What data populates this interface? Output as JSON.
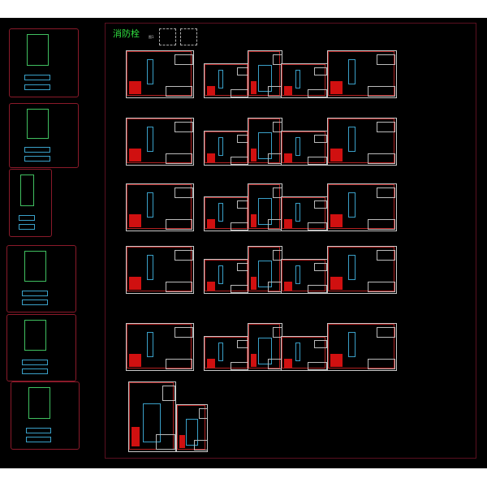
{
  "drawing": {
    "title": "消防栓",
    "legend_label": "图1",
    "colors": {
      "background": "#000000",
      "frame": "#c8c8c8",
      "border": "#b02020",
      "text_accent": "#30e040",
      "detail": "#3aa0c8"
    },
    "grid_rows": 5,
    "sheets_per_row": 5
  }
}
